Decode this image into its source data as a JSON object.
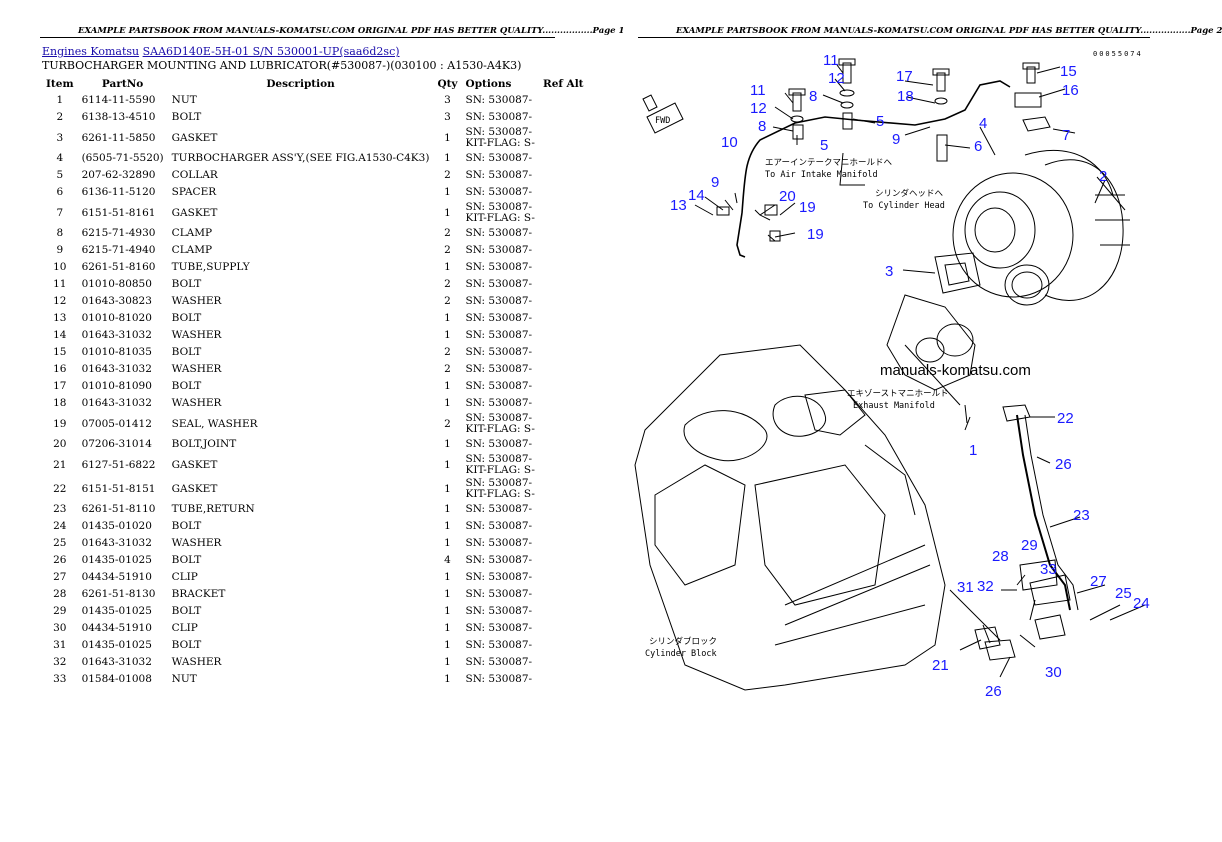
{
  "header": {
    "left": "EXAMPLE PARTSBOOK FROM MANUALS-KOMATSU.COM ORIGINAL PDF HAS BETTER QUALITY.................Page 1",
    "right": "EXAMPLE PARTSBOOK FROM MANUALS-KOMATSU.COM ORIGINAL PDF HAS BETTER QUALITY.................Page 2"
  },
  "breadcrumb": {
    "link1": "Engines Komatsu",
    "link2": "SAA6D140E-5H-01 S/N 530001-UP(saa6d2sc)"
  },
  "subtitle": "TURBOCHARGER MOUNTING AND LUBRICATOR(#530087-)(030100 : A1530-A4K3)",
  "columns": {
    "item": "Item",
    "partno": "PartNo",
    "description": "Description",
    "qty": "Qty",
    "options": "Options",
    "refalt": "Ref Alt"
  },
  "rows": [
    {
      "item": "1",
      "partno": "6114-11-5590",
      "desc": "NUT",
      "qty": "3",
      "opt1": "SN: 530087-",
      "opt2": ""
    },
    {
      "item": "2",
      "partno": "6138-13-4510",
      "desc": "BOLT",
      "qty": "3",
      "opt1": "SN: 530087-",
      "opt2": ""
    },
    {
      "item": "3",
      "partno": "6261-11-5850",
      "desc": "GASKET",
      "qty": "1",
      "opt1": "SN: 530087-",
      "opt2": "KIT-FLAG: S-"
    },
    {
      "item": "4",
      "partno": "(6505-71-5520)",
      "desc": "TURBOCHARGER ASS'Y,(SEE FIG.A1530-C4K3)",
      "qty": "1",
      "opt1": "SN: 530087-",
      "opt2": ""
    },
    {
      "item": "5",
      "partno": "207-62-32890",
      "desc": "COLLAR",
      "qty": "2",
      "opt1": "SN: 530087-",
      "opt2": ""
    },
    {
      "item": "6",
      "partno": "6136-11-5120",
      "desc": "SPACER",
      "qty": "1",
      "opt1": "SN: 530087-",
      "opt2": ""
    },
    {
      "item": "7",
      "partno": "6151-51-8161",
      "desc": "GASKET",
      "qty": "1",
      "opt1": "SN: 530087-",
      "opt2": "KIT-FLAG: S-"
    },
    {
      "item": "8",
      "partno": "6215-71-4930",
      "desc": "CLAMP",
      "qty": "2",
      "opt1": "SN: 530087-",
      "opt2": ""
    },
    {
      "item": "9",
      "partno": "6215-71-4940",
      "desc": "CLAMP",
      "qty": "2",
      "opt1": "SN: 530087-",
      "opt2": ""
    },
    {
      "item": "10",
      "partno": "6261-51-8160",
      "desc": "TUBE,SUPPLY",
      "qty": "1",
      "opt1": "SN: 530087-",
      "opt2": ""
    },
    {
      "item": "11",
      "partno": "01010-80850",
      "desc": "BOLT",
      "qty": "2",
      "opt1": "SN: 530087-",
      "opt2": ""
    },
    {
      "item": "12",
      "partno": "01643-30823",
      "desc": "WASHER",
      "qty": "2",
      "opt1": "SN: 530087-",
      "opt2": ""
    },
    {
      "item": "13",
      "partno": "01010-81020",
      "desc": "BOLT",
      "qty": "1",
      "opt1": "SN: 530087-",
      "opt2": ""
    },
    {
      "item": "14",
      "partno": "01643-31032",
      "desc": "WASHER",
      "qty": "1",
      "opt1": "SN: 530087-",
      "opt2": ""
    },
    {
      "item": "15",
      "partno": "01010-81035",
      "desc": "BOLT",
      "qty": "2",
      "opt1": "SN: 530087-",
      "opt2": ""
    },
    {
      "item": "16",
      "partno": "01643-31032",
      "desc": "WASHER",
      "qty": "2",
      "opt1": "SN: 530087-",
      "opt2": ""
    },
    {
      "item": "17",
      "partno": "01010-81090",
      "desc": "BOLT",
      "qty": "1",
      "opt1": "SN: 530087-",
      "opt2": ""
    },
    {
      "item": "18",
      "partno": "01643-31032",
      "desc": "WASHER",
      "qty": "1",
      "opt1": "SN: 530087-",
      "opt2": ""
    },
    {
      "item": "19",
      "partno": "07005-01412",
      "desc": "SEAL, WASHER",
      "qty": "2",
      "opt1": "SN: 530087-",
      "opt2": "KIT-FLAG: S-"
    },
    {
      "item": "20",
      "partno": "07206-31014",
      "desc": "BOLT,JOINT",
      "qty": "1",
      "opt1": "SN: 530087-",
      "opt2": ""
    },
    {
      "item": "21",
      "partno": "6127-51-6822",
      "desc": "GASKET",
      "qty": "1",
      "opt1": "SN: 530087-",
      "opt2": "KIT-FLAG: S-"
    },
    {
      "item": "22",
      "partno": "6151-51-8151",
      "desc": "GASKET",
      "qty": "1",
      "opt1": "SN: 530087-",
      "opt2": "KIT-FLAG: S-"
    },
    {
      "item": "23",
      "partno": "6261-51-8110",
      "desc": "TUBE,RETURN",
      "qty": "1",
      "opt1": "SN: 530087-",
      "opt2": ""
    },
    {
      "item": "24",
      "partno": "01435-01020",
      "desc": "BOLT",
      "qty": "1",
      "opt1": "SN: 530087-",
      "opt2": ""
    },
    {
      "item": "25",
      "partno": "01643-31032",
      "desc": "WASHER",
      "qty": "1",
      "opt1": "SN: 530087-",
      "opt2": ""
    },
    {
      "item": "26",
      "partno": "01435-01025",
      "desc": "BOLT",
      "qty": "4",
      "opt1": "SN: 530087-",
      "opt2": ""
    },
    {
      "item": "27",
      "partno": "04434-51910",
      "desc": "CLIP",
      "qty": "1",
      "opt1": "SN: 530087-",
      "opt2": ""
    },
    {
      "item": "28",
      "partno": "6261-51-8130",
      "desc": "BRACKET",
      "qty": "1",
      "opt1": "SN: 530087-",
      "opt2": ""
    },
    {
      "item": "29",
      "partno": "01435-01025",
      "desc": "BOLT",
      "qty": "1",
      "opt1": "SN: 530087-",
      "opt2": ""
    },
    {
      "item": "30",
      "partno": "04434-51910",
      "desc": "CLIP",
      "qty": "1",
      "opt1": "SN: 530087-",
      "opt2": ""
    },
    {
      "item": "31",
      "partno": "01435-01025",
      "desc": "BOLT",
      "qty": "1",
      "opt1": "SN: 530087-",
      "opt2": ""
    },
    {
      "item": "32",
      "partno": "01643-31032",
      "desc": "WASHER",
      "qty": "1",
      "opt1": "SN: 530087-",
      "opt2": ""
    },
    {
      "item": "33",
      "partno": "01584-01008",
      "desc": "NUT",
      "qty": "1",
      "opt1": "SN: 530087-",
      "opt2": ""
    }
  ],
  "diagram": {
    "serial": "00055074",
    "fwd": "FWD",
    "watermark": "manuals-komatsu.com",
    "ann_air_jp": "エアーインテークマニホールドへ",
    "ann_air_en": "To Air Intake Manifold",
    "ann_head_jp": "シリンダヘッドへ",
    "ann_head_en": "To Cylinder Head",
    "ann_exh_jp": "エキゾーストマニホールド",
    "ann_exh_en": "Exhaust Manifold",
    "ann_block_jp": "シリンダブロック",
    "ann_block_en": "Cylinder Block",
    "numbers": [
      "1",
      "2",
      "3",
      "4",
      "5",
      "5",
      "6",
      "7",
      "8",
      "8",
      "9",
      "9",
      "10",
      "11",
      "11",
      "12",
      "12",
      "13",
      "14",
      "15",
      "16",
      "17",
      "18",
      "19",
      "19",
      "20",
      "21",
      "22",
      "23",
      "24",
      "25",
      "26",
      "26",
      "27",
      "28",
      "29",
      "30",
      "31",
      "32",
      "33"
    ]
  },
  "colors": {
    "callout": "#1a1aff",
    "link": "#1a0dab"
  }
}
